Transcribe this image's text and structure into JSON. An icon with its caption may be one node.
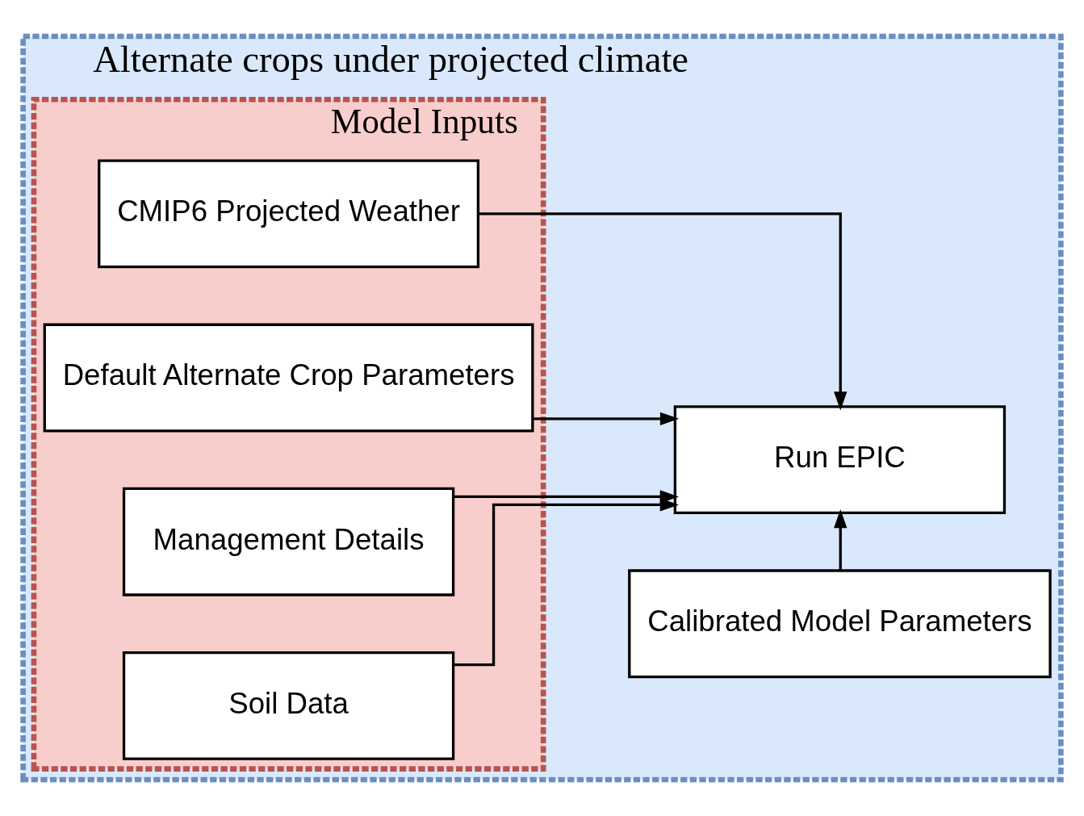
{
  "diagram": {
    "nodes": [
      {
        "text": [
          "Alternate crops under projected climate"
        ]
      },
      {
        "text": [
          "Model Inputs"
        ],
        "in": 0
      },
      {
        "text": [
          "CMIP6 Projected Weather"
        ],
        "in": 1
      },
      {
        "text": [
          "Default Alternate Crop Parameters"
        ],
        "in": 1
      },
      {
        "text": [
          "Management Details"
        ],
        "in": 1
      },
      {
        "text": [
          "Soil Data"
        ],
        "in": 1
      },
      {
        "text": [
          "Calibrated Model Parameters"
        ],
        "in": 0
      },
      {
        "text": [
          "Run EPIC"
        ],
        "in": 0
      }
    ],
    "edges": [
      {
        "from": 2,
        "to": 7,
        "arrow": "to"
      },
      {
        "from": 3,
        "to": 7,
        "arrow": "to"
      },
      {
        "from": 4,
        "to": 7,
        "arrow": "to"
      },
      {
        "from": 5,
        "to": 7,
        "arrow": "to"
      },
      {
        "from": 6,
        "to": 7,
        "arrow": "to"
      }
    ]
  }
}
